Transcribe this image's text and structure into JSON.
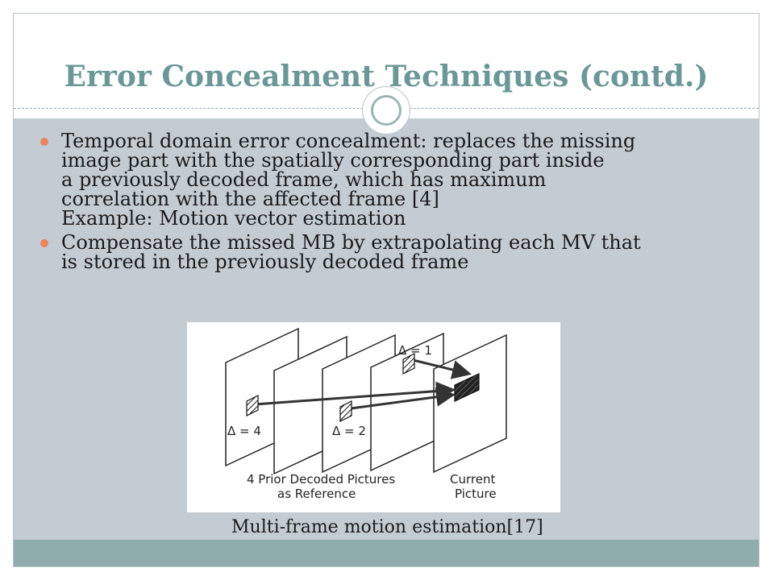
{
  "slide": {
    "title": "Error Concealment Techniques (contd.)",
    "bullets": [
      {
        "lines": [
          "Temporal domain error concealment: replaces the missing",
          "image part with the spatially corresponding part inside",
          "a previously decoded frame, which has maximum",
          "correlation with the affected frame [4]",
          "Example: Motion vector estimation"
        ]
      },
      {
        "lines": [
          "Compensate the missed MB by extrapolating each MV that",
          "is stored in the previously decoded frame"
        ]
      }
    ],
    "figure": {
      "delta_labels": [
        "Δ = 4",
        "Δ = 2",
        "Δ = 1"
      ],
      "reference_label_line1": "4  Prior Decoded Pictures",
      "reference_label_line2": "as Reference",
      "current_label_line1": "Current",
      "current_label_line2": "Picture"
    },
    "caption": "Multi-frame motion estimation[17]",
    "colors": {
      "title": "#6b9797",
      "content_background": "#c4ccd3",
      "footer": "#8fadad",
      "bullet": "#e8855a"
    }
  }
}
